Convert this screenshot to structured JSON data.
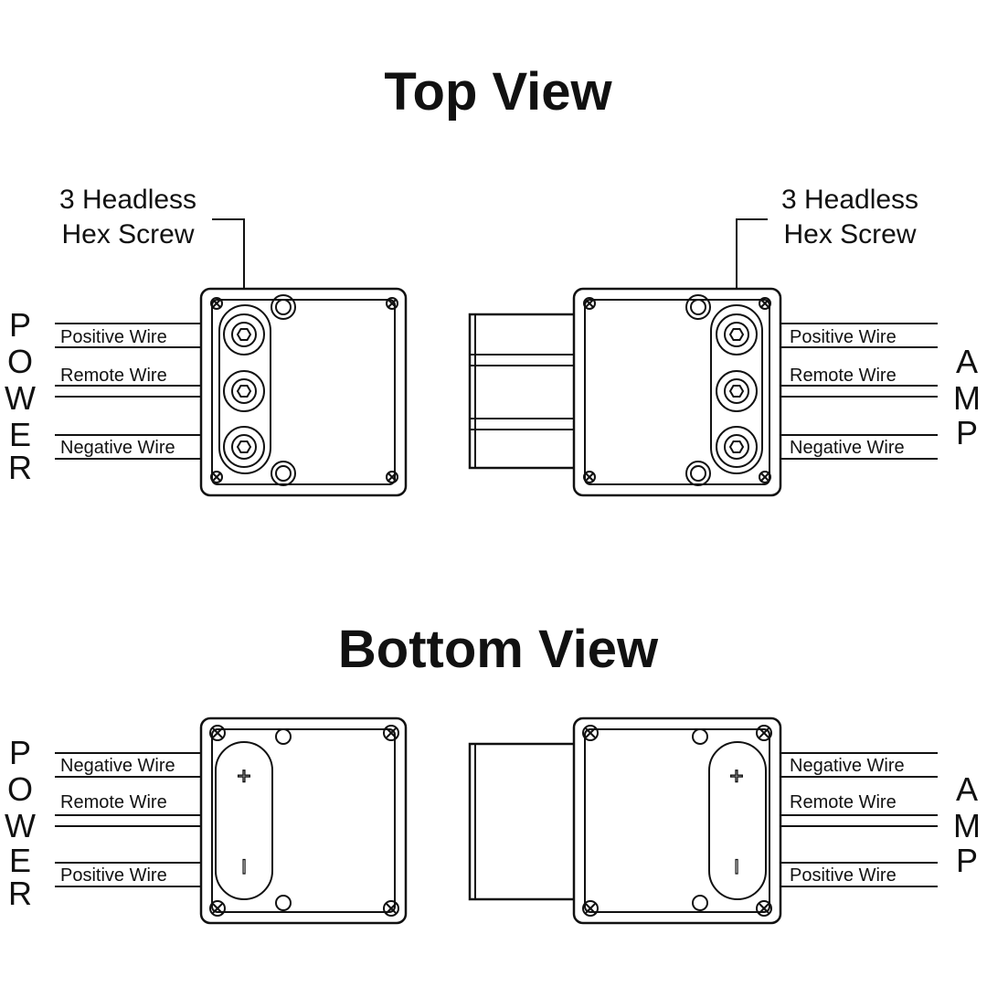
{
  "colors": {
    "line": "#111111",
    "background": "#ffffff"
  },
  "top_view": {
    "title": "Top View",
    "left_callout": {
      "line1": "3 Headless",
      "line2": "Hex Screw"
    },
    "right_callout": {
      "line1": "3 Headless",
      "line2": "Hex Screw"
    },
    "left_side_label": [
      "P",
      "O",
      "W",
      "E",
      "R"
    ],
    "right_side_label": [
      "A",
      "M",
      "P"
    ],
    "left_wires": [
      "Positive Wire",
      "Remote Wire",
      "Negative Wire"
    ],
    "right_wires": [
      "Positive Wire",
      "Remote Wire",
      "Negative Wire"
    ]
  },
  "bottom_view": {
    "title": "Bottom View",
    "left_side_label": [
      "P",
      "O",
      "W",
      "E",
      "R"
    ],
    "right_side_label": [
      "A",
      "M",
      "P"
    ],
    "left_wires": [
      "Negative Wire",
      "Remote Wire",
      "Positive Wire"
    ],
    "right_wires": [
      "Negative Wire",
      "Remote Wire",
      "Positive Wire"
    ],
    "plus_symbol": "+",
    "minus_symbol": "I"
  },
  "icons": [
    "hex-screw-icon",
    "phillips-screw-icon",
    "mounting-hole-icon"
  ]
}
